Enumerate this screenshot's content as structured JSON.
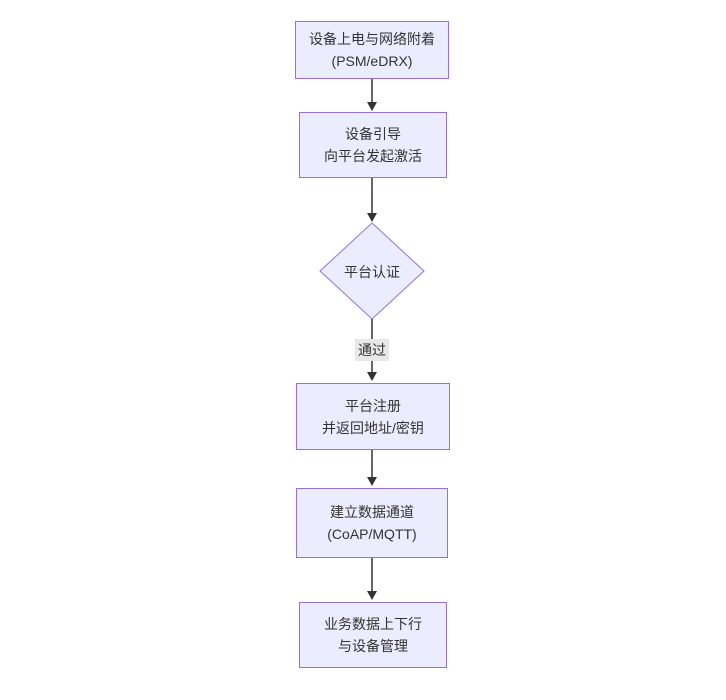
{
  "diagram": {
    "type": "flowchart",
    "direction": "top-down",
    "colors": {
      "node_fill": "#ECECFF",
      "node_border": "#9370DB",
      "line_color": "#333333",
      "label_bg": "#e8e8e8",
      "text_color": "#333333",
      "canvas_bg": "#ffffff"
    },
    "nodes": [
      {
        "id": "power-attach",
        "type": "rect",
        "lines": [
          "设备上电与网络附着",
          "(PSM/eDRX)"
        ]
      },
      {
        "id": "bootstrap-activate",
        "type": "rect",
        "lines": [
          "设备引导",
          "向平台发起激活"
        ]
      },
      {
        "id": "platform-auth",
        "type": "diamond",
        "lines": [
          "平台认证"
        ]
      },
      {
        "id": "platform-register",
        "type": "rect",
        "lines": [
          "平台注册",
          "并返回地址/密钥"
        ]
      },
      {
        "id": "data-channel",
        "type": "rect",
        "lines": [
          "建立数据通道",
          "(CoAP/MQTT)"
        ]
      },
      {
        "id": "business-data",
        "type": "rect",
        "lines": [
          "业务数据上下行",
          "与设备管理"
        ]
      }
    ],
    "edges": [
      {
        "from": "power-attach",
        "to": "bootstrap-activate",
        "label": ""
      },
      {
        "from": "bootstrap-activate",
        "to": "platform-auth",
        "label": ""
      },
      {
        "from": "platform-auth",
        "to": "platform-register",
        "label": "通过"
      },
      {
        "from": "platform-register",
        "to": "data-channel",
        "label": ""
      },
      {
        "from": "data-channel",
        "to": "business-data",
        "label": ""
      }
    ]
  }
}
